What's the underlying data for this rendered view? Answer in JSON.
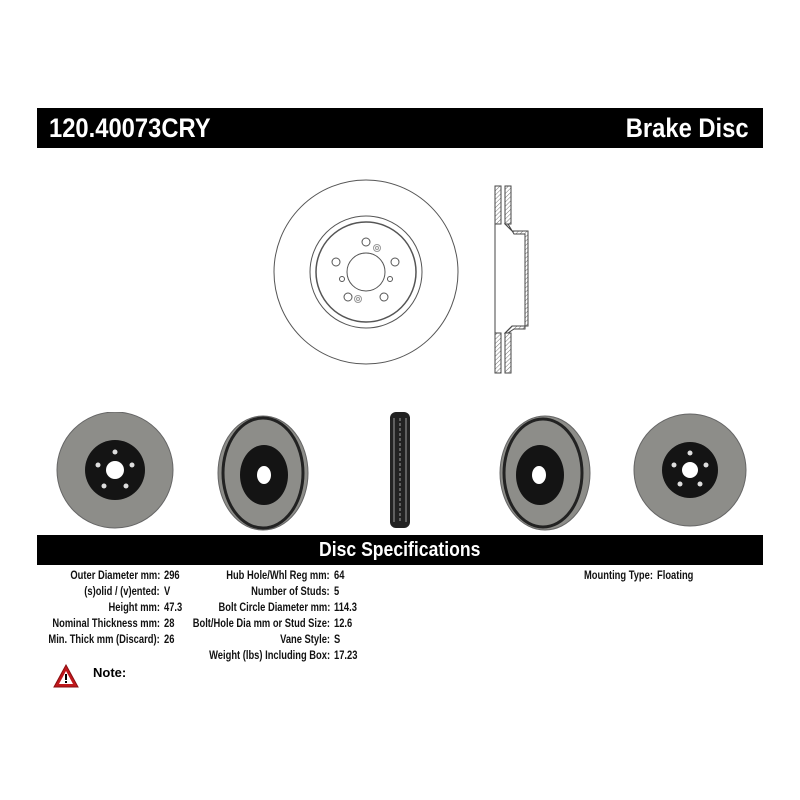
{
  "header": {
    "part_number": "120.40073CRY",
    "product_type": "Brake Disc"
  },
  "spec_title": "Disc Specifications",
  "specs_left": [
    {
      "label": "Outer Diameter mm:",
      "value": "296"
    },
    {
      "label": "(s)olid / (v)ented:",
      "value": "V"
    },
    {
      "label": "Height mm:",
      "value": "47.3"
    },
    {
      "label": "Nominal Thickness mm:",
      "value": "28"
    },
    {
      "label": "Min. Thick mm (Discard):",
      "value": "26"
    }
  ],
  "specs_middle": [
    {
      "label": "Hub Hole/Whl Reg mm:",
      "value": "64"
    },
    {
      "label": "Number of Studs:",
      "value": "5"
    },
    {
      "label": "Bolt Circle Diameter mm:",
      "value": "114.3"
    },
    {
      "label": "Bolt/Hole Dia mm or Stud Size:",
      "value": "12.6"
    },
    {
      "label": "Vane Style:",
      "value": "S"
    },
    {
      "label": "Weight (lbs) Including Box:",
      "value": "17.23"
    }
  ],
  "specs_right": [
    {
      "label": "Mounting Type:",
      "value": "Floating"
    }
  ],
  "note_label": "Note:",
  "icons": {
    "warning": "warning-triangle-icon"
  },
  "colors": {
    "warning_red": "#c0181c",
    "disc_gray": "#8a8a86",
    "hat_black": "#111111"
  }
}
